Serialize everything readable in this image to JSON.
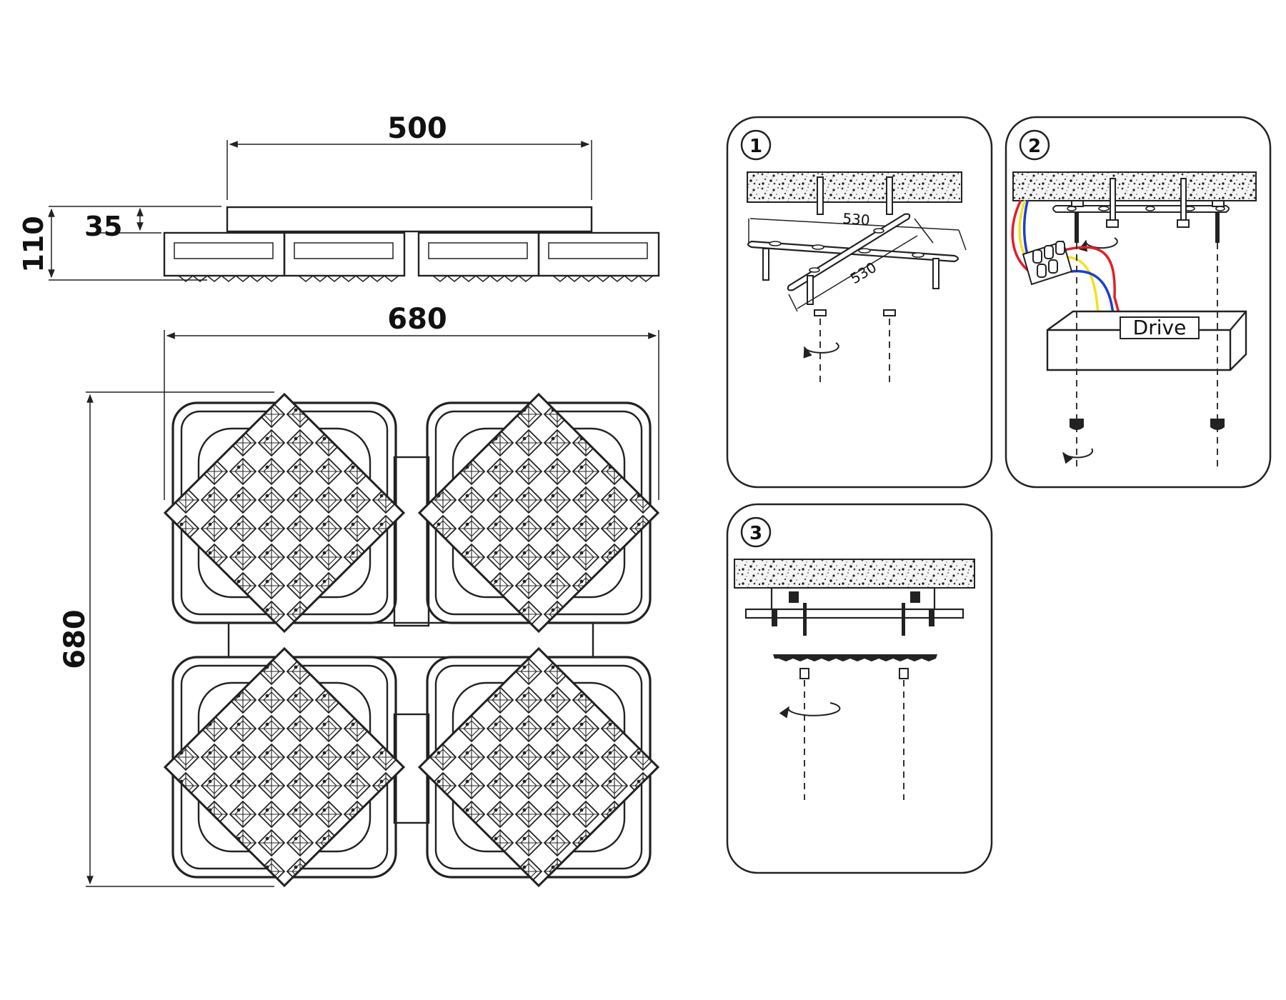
{
  "dimensions": {
    "top_width": "500",
    "height_total": "110",
    "height_body": "35",
    "plan_width": "680",
    "plan_height": "680"
  },
  "steps": [
    {
      "number": "1",
      "cross_bar_length_a": "530",
      "cross_bar_length_b": "530"
    },
    {
      "number": "2",
      "driver_label": "Drive"
    },
    {
      "number": "3"
    }
  ],
  "colors": {
    "line": "#222222",
    "wire_red": "#e0202a",
    "wire_yellow": "#f4e21a",
    "wire_blue": "#1c3fd0"
  }
}
